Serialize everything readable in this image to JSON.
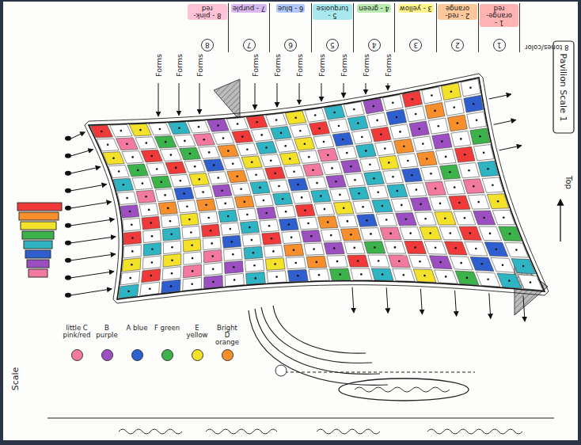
{
  "diagram": {
    "labels": [
      "8 tones/color",
      "1 - orange-red",
      "2 - red-orange",
      "3 - yellow",
      "4 - green",
      "5 - turquoise",
      "6 - blue",
      "7 - purple",
      "8 - pink-red",
      "1",
      "2",
      "3",
      "4",
      "5",
      "6",
      "7",
      "8",
      "Pavilion Scale 1",
      "Top",
      "Forms",
      "Forms",
      "Forms",
      "Forms",
      "Forms",
      "Forms",
      "Forms",
      "Forms",
      "Forms",
      "Forms",
      "Scale"
    ],
    "legend": [
      {
        "text": "little C pink/red",
        "color": "#f27aa0"
      },
      {
        "text": "B purple",
        "color": "#9b4fc0"
      },
      {
        "text": "A blue",
        "color": "#2f5fcf"
      },
      {
        "text": "F green",
        "color": "#3cb34a"
      },
      {
        "text": "E yellow",
        "color": "#f4e12a"
      },
      {
        "text": "Bright D orange",
        "color": "#f7902c"
      }
    ]
  }
}
